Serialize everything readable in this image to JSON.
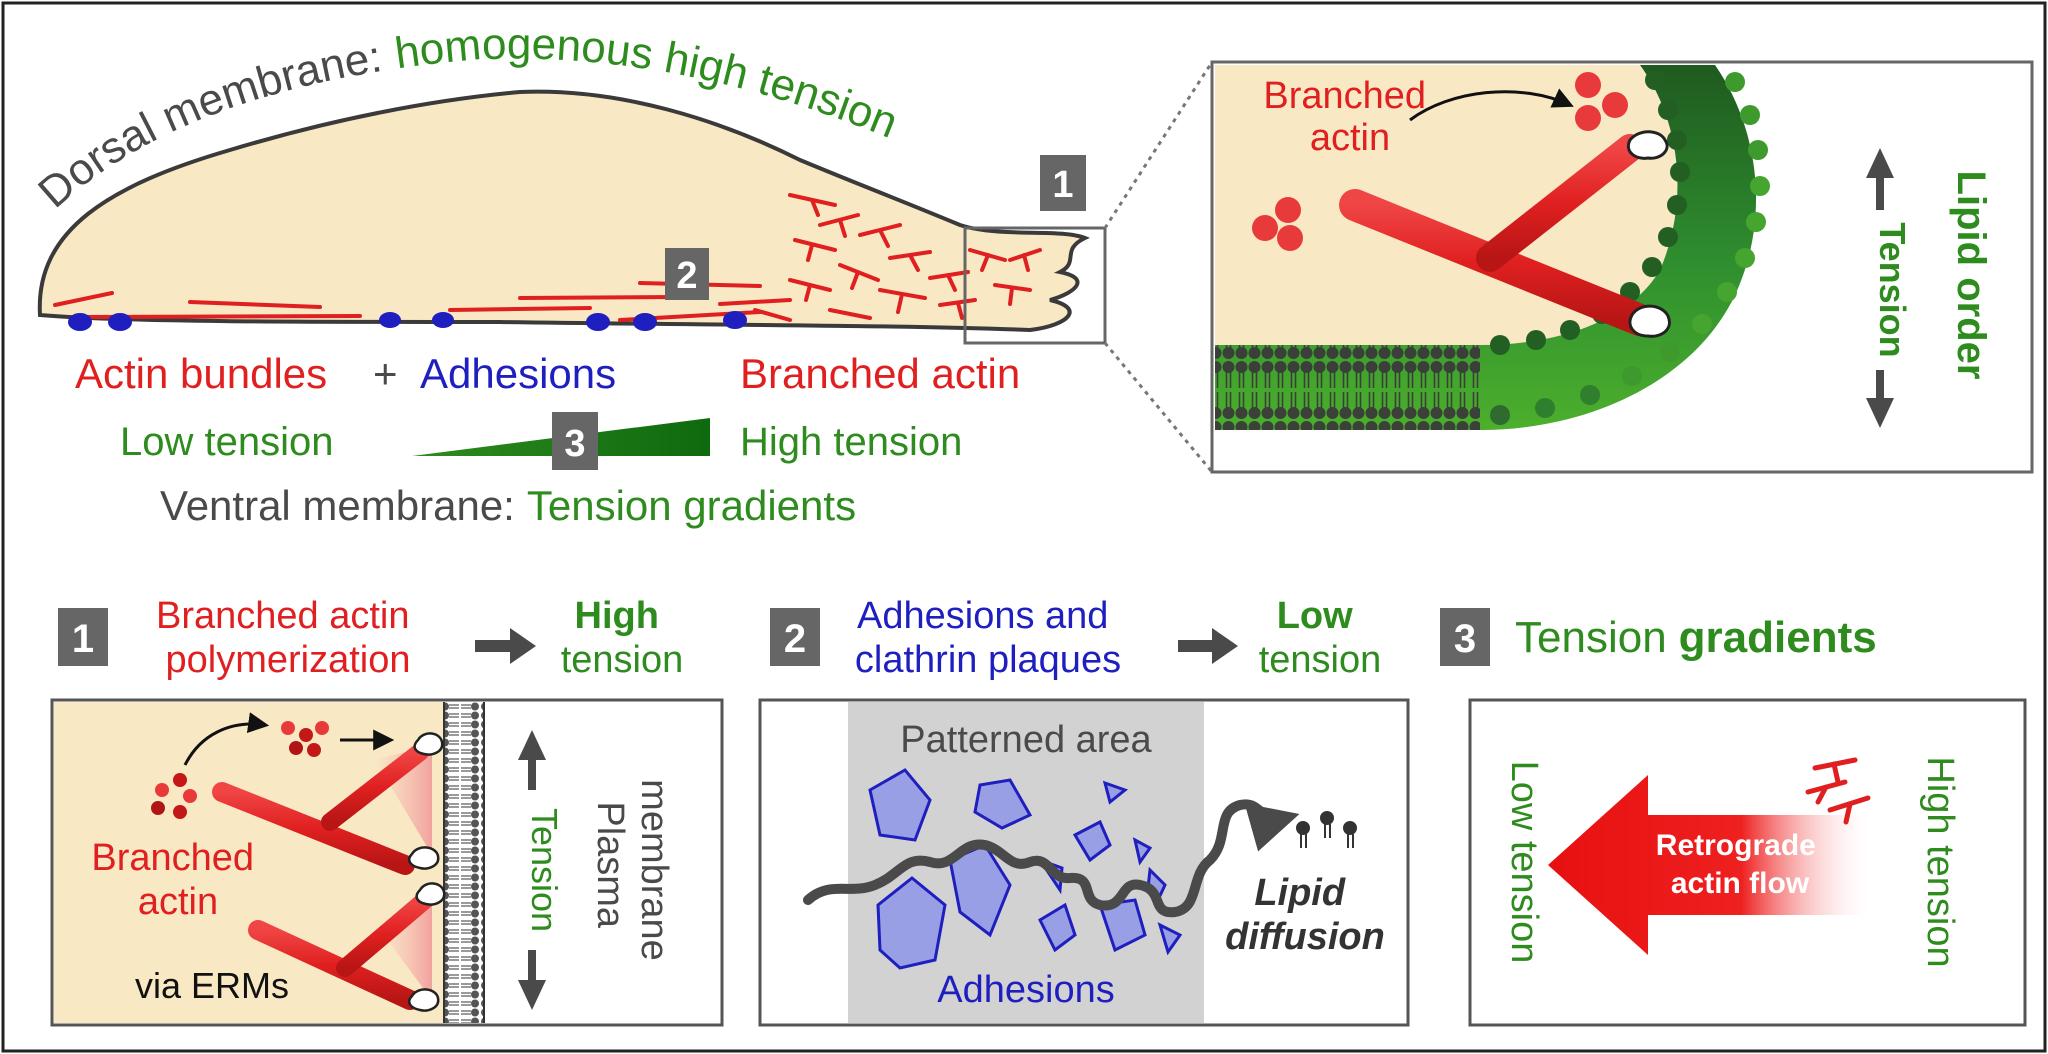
{
  "colors": {
    "red": "#e02020",
    "dark_red": "#b01515",
    "blue": "#1f1fc0",
    "green": "#2e8b1e",
    "dark_green": "#1d5e1a",
    "gray": "#4a4a4a",
    "cell": "#f9e8c4",
    "plaque": "#d2d2d2"
  },
  "top": {
    "dorsal_label": "Dorsal membrane:",
    "dorsal_value": "homogenous high tension",
    "label_actin_bundles": "Actin bundles",
    "label_plus": "+",
    "label_adhesions": "Adhesions",
    "label_branched": "Branched actin",
    "low_tension": "Low tension",
    "high_tension": "High tension",
    "ventral_label": "Ventral membrane:",
    "ventral_value": "Tension gradients",
    "marker_1": "1",
    "marker_2": "2",
    "marker_3": "3"
  },
  "inset": {
    "branched_line1": "Branched",
    "branched_line2": "actin",
    "tension": "Tension",
    "lipid_order": "Lipid order"
  },
  "panel1": {
    "number": "1",
    "title_line1": "Branched actin",
    "title_line2": "polymerization",
    "result_line1": "High",
    "result_line2": "tension",
    "branched_line1": "Branched",
    "branched_line2": "actin",
    "via": "via ERMs",
    "tension": "Tension",
    "plasma_line1": "Plasma",
    "plasma_line2": "membrane"
  },
  "panel2": {
    "number": "2",
    "title_line1": "Adhesions and",
    "title_line2": "clathrin plaques",
    "result_line1": "Low",
    "result_line2": "tension",
    "patterned": "Patterned area",
    "lipid_line1": "Lipid",
    "lipid_line2": "diffusion",
    "adhesions": "Adhesions"
  },
  "panel3": {
    "number": "3",
    "title_a": "Tension",
    "title_b": "gradients",
    "low": "Low tension",
    "high": "High tension",
    "flow_line1": "Retrograde",
    "flow_line2": "actin flow"
  }
}
